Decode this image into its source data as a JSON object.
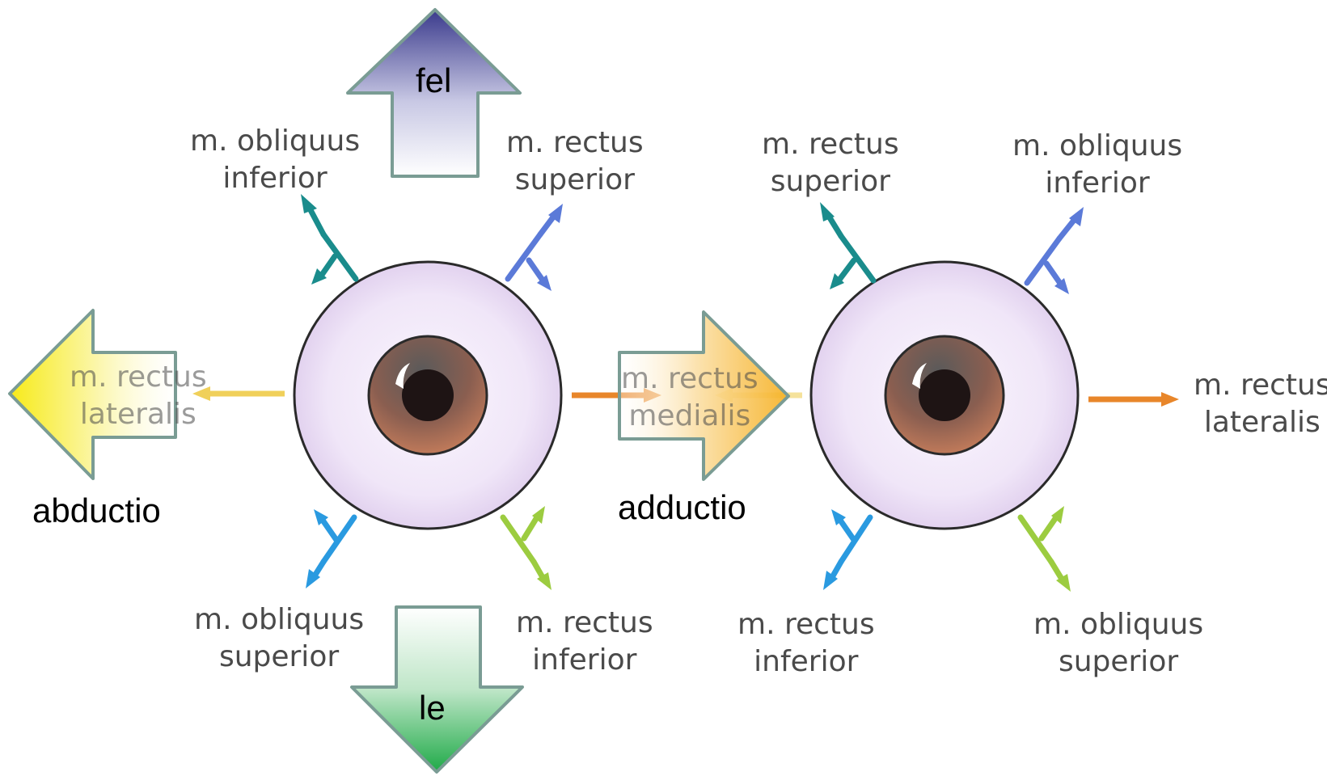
{
  "colors": {
    "background": "#ffffff",
    "eyeball": "#f1e9f8",
    "iris": "#8a5a4a",
    "pupil": "#1e1414",
    "arrow_outline": "#7a9c94",
    "up_arrow_top": "#3a3a8c",
    "down_arrow_bottom": "#1faa48",
    "left_arrow_left": "#f6e800",
    "right_arrow_right": "#f6b820",
    "obliquus_inferior": "#1a8c8c",
    "rectus_superior": "#5b7ad8",
    "obliquus_superior": "#2a9ae0",
    "rectus_inferior": "#9ccc40",
    "rectus_lateralis": "#f0d05a",
    "rectus_medialis": "#e8862a"
  },
  "icons": [
    "eyeball-icon",
    "up-arrow-icon",
    "down-arrow-icon",
    "left-arrow-icon",
    "right-arrow-icon"
  ],
  "directions": {
    "up": "fel",
    "down": "le",
    "left": "abductio",
    "right": "adductio"
  },
  "left_eye": {
    "top_left": [
      "m. obliquus",
      "inferior"
    ],
    "top_right": [
      "m. rectus",
      "superior"
    ],
    "bottom_left": [
      "m. obliquus",
      "superior"
    ],
    "bottom_right": [
      "m. rectus",
      "inferior"
    ],
    "lateral": [
      "m. rectus",
      "lateralis"
    ],
    "medial": [
      "m. rectus",
      "medialis"
    ]
  },
  "right_eye": {
    "top_left": [
      "m. rectus",
      "superior"
    ],
    "top_right": [
      "m. obliquus",
      "inferior"
    ],
    "bottom_left": [
      "m. rectus",
      "inferior"
    ],
    "bottom_right": [
      "m. obliquus",
      "superior"
    ],
    "lateral": [
      "m. rectus",
      "lateralis"
    ]
  }
}
